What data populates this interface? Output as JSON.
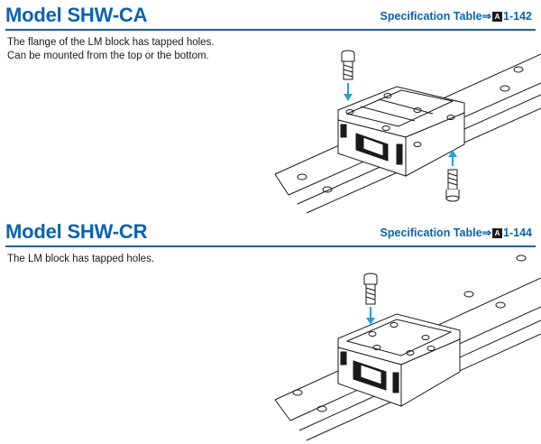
{
  "sections": [
    {
      "title": "Model SHW-CA",
      "spec_label": "Specification Table",
      "spec_arrow": "⇒",
      "spec_badge": "A",
      "spec_page": "1-142",
      "lines": [
        "The flange of the LM block has tapped holes.",
        "Can be mounted from the top or the bottom."
      ]
    },
    {
      "title": "Model SHW-CR",
      "spec_label": "Specification Table",
      "spec_arrow": "⇒",
      "spec_badge": "A",
      "spec_page": "1-144",
      "lines": [
        "The LM block has tapped holes."
      ]
    }
  ],
  "colors": {
    "accent": "#0a62b3",
    "arrow": "#2a9fd6",
    "line": "#1a1a1a"
  },
  "icons": {
    "badge": "page-badge-icon"
  }
}
